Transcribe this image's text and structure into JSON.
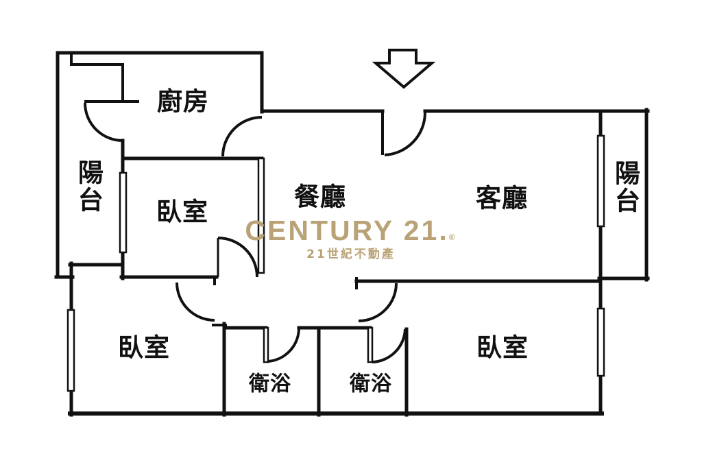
{
  "plan_title": "apartment-floor-plan",
  "colors": {
    "wall": "#111111",
    "label": "#111111",
    "watermark": "#B9A376",
    "background": "#ffffff"
  },
  "entrance": {
    "direction": "down"
  },
  "rooms": [
    {
      "id": "kitchen",
      "label": "廚房"
    },
    {
      "id": "balcony-left",
      "label": "陽台"
    },
    {
      "id": "bedroom-top",
      "label": "臥室"
    },
    {
      "id": "dining-room",
      "label": "餐廳"
    },
    {
      "id": "living-room",
      "label": "客廳"
    },
    {
      "id": "balcony-right",
      "label": "陽台"
    },
    {
      "id": "bedroom-left",
      "label": "臥室"
    },
    {
      "id": "bedroom-right",
      "label": "臥室"
    },
    {
      "id": "bathroom-left",
      "label": "衛浴"
    },
    {
      "id": "bathroom-right",
      "label": "衛浴"
    }
  ],
  "watermark": {
    "brand": "CENTURY 21.",
    "reg": "®",
    "tagline": "21世紀不動產"
  }
}
